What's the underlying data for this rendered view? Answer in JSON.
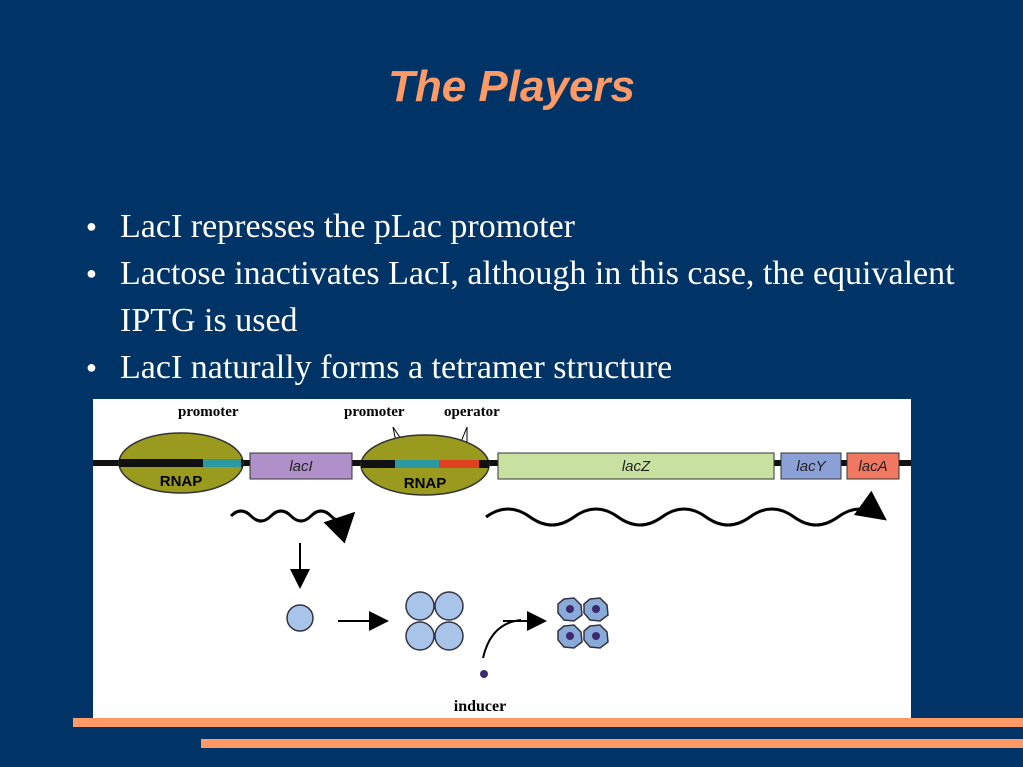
{
  "slide": {
    "title": "The Players",
    "bullets": [
      "LacI represses the pLac promoter",
      "Lactose inactivates LacI, although in this case, the equivalent IPTG is used",
      "LacI naturally forms a tetramer structure"
    ]
  },
  "figure": {
    "labels": {
      "promoter_left": "promoter",
      "promoter_right": "promoter",
      "operator": "operator",
      "rnap_left": "RNAP",
      "rnap_right": "RNAP",
      "gene_laci": "lacI",
      "gene_lacz": "lacZ",
      "gene_lacy": "lacY",
      "gene_laca": "lacA",
      "inducer": "inducer"
    },
    "colors": {
      "rnap": "#9a9a1e",
      "promoter_site": "#2a9aa0",
      "operator_site": "#e04020",
      "laci": "#b090c8",
      "lacz": "#c8e0a0",
      "lacy": "#8ca0d8",
      "laca": "#f07860",
      "protein": "#a8c4e8",
      "inducer": "#3c2a6e"
    }
  },
  "theme": {
    "background": "#003366",
    "accent": "#ff9966",
    "text": "#ffffff"
  }
}
